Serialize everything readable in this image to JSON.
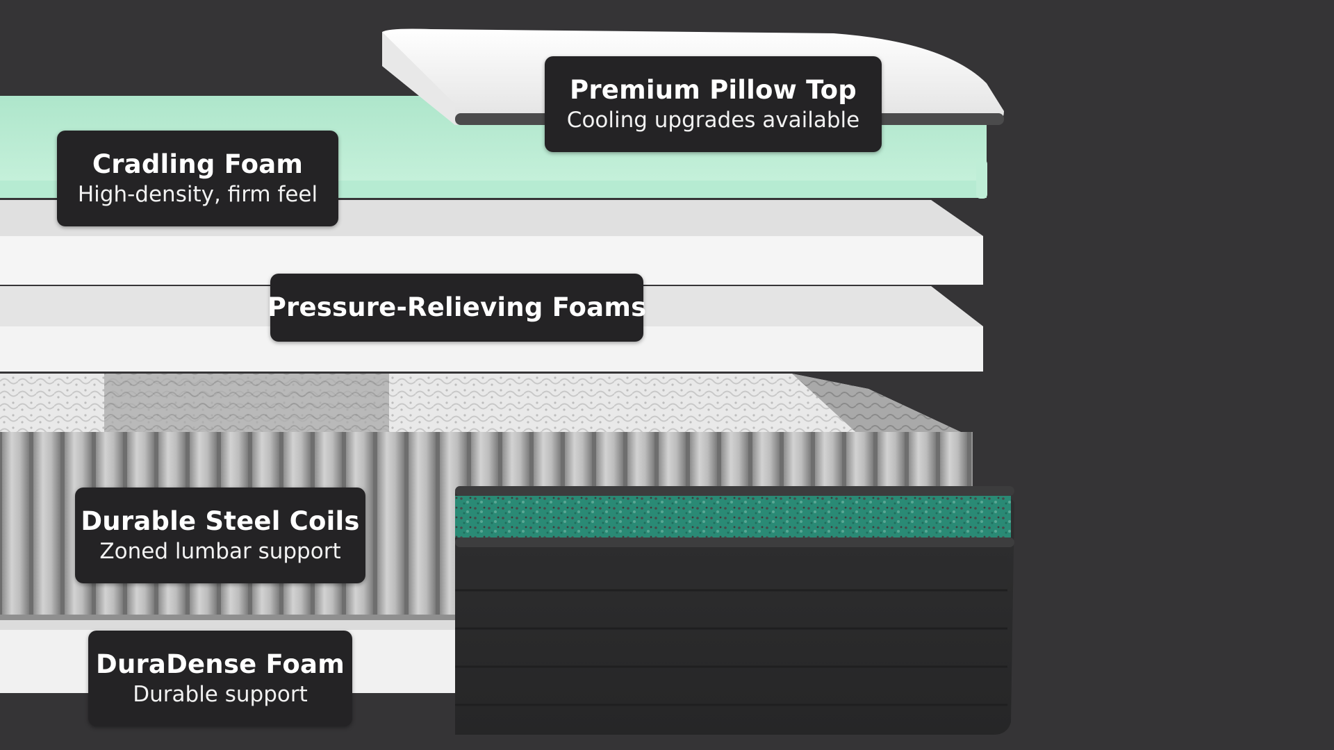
{
  "labels": {
    "pillow_top": {
      "title": "Premium Pillow Top",
      "subtitle": "Cooling upgrades available"
    },
    "cradling_foam": {
      "title": "Cradling Foam",
      "subtitle": "High-density, firm feel"
    },
    "pressure_foams": {
      "title": "Pressure-Relieving Foams"
    },
    "steel_coils": {
      "title": "Durable Steel Coils",
      "subtitle": "Zoned lumbar support"
    },
    "duradense_foam": {
      "title": "DuraDense Foam",
      "subtitle": "Durable support"
    }
  },
  "colors": {
    "background": "#353436",
    "label_background": "#242325",
    "label_text": "#ffffff",
    "cradling_foam": "#c6f0dc",
    "foam_white": "#f3f3f3",
    "cover_dark": "#2b2b2c",
    "cover_accent": "#2e8a76"
  }
}
